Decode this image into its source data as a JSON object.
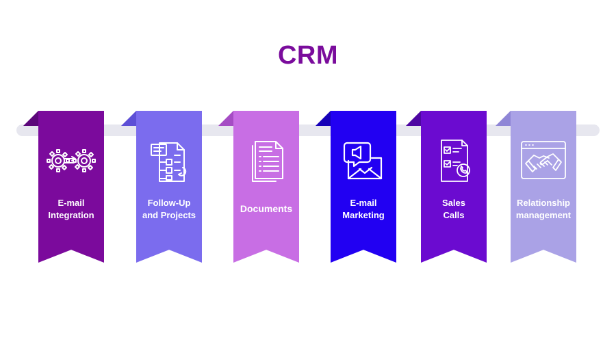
{
  "title": "CRM",
  "colors": {
    "title": "#7a0c9c",
    "rail": "#e7e7ef",
    "icon_stroke": "#ffffff"
  },
  "items": [
    {
      "line1": "E-mail",
      "line2": "Integration",
      "icon": "gears-integration-icon",
      "color": "#7b0a9c",
      "fold": "#5c077a"
    },
    {
      "line1": "Follow-Up",
      "line2": "and Projects",
      "icon": "project-flowchart-icon",
      "color": "#7b6cee",
      "fold": "#5d4fd6"
    },
    {
      "line1": "Documents",
      "line2": "",
      "icon": "documents-icon",
      "color": "#c86ee4",
      "fold": "#a54cc4"
    },
    {
      "line1": "E-mail",
      "line2": "Marketing",
      "icon": "email-marketing-icon",
      "color": "#2200f2",
      "fold": "#1600b8"
    },
    {
      "line1": "Sales",
      "line2": "Calls",
      "icon": "checklist-phone-icon",
      "color": "#6b0bd0",
      "fold": "#4e06a2"
    },
    {
      "line1": "Relationship",
      "line2": "management",
      "icon": "handshake-icon",
      "color": "#aaa2e6",
      "fold": "#8f86d6"
    }
  ]
}
